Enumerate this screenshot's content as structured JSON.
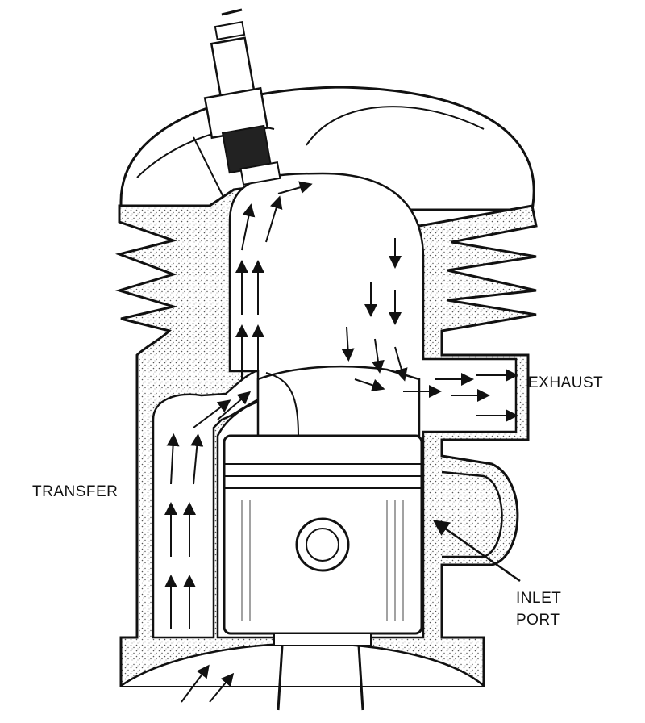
{
  "labels": {
    "exhaust": "EXHAUST",
    "transfer": "TRANSFER",
    "inlet_line1": "INLET",
    "inlet_line2": "PORT"
  },
  "colors": {
    "ink": "#111111",
    "paper": "#ffffff",
    "stipple": "#555555"
  }
}
